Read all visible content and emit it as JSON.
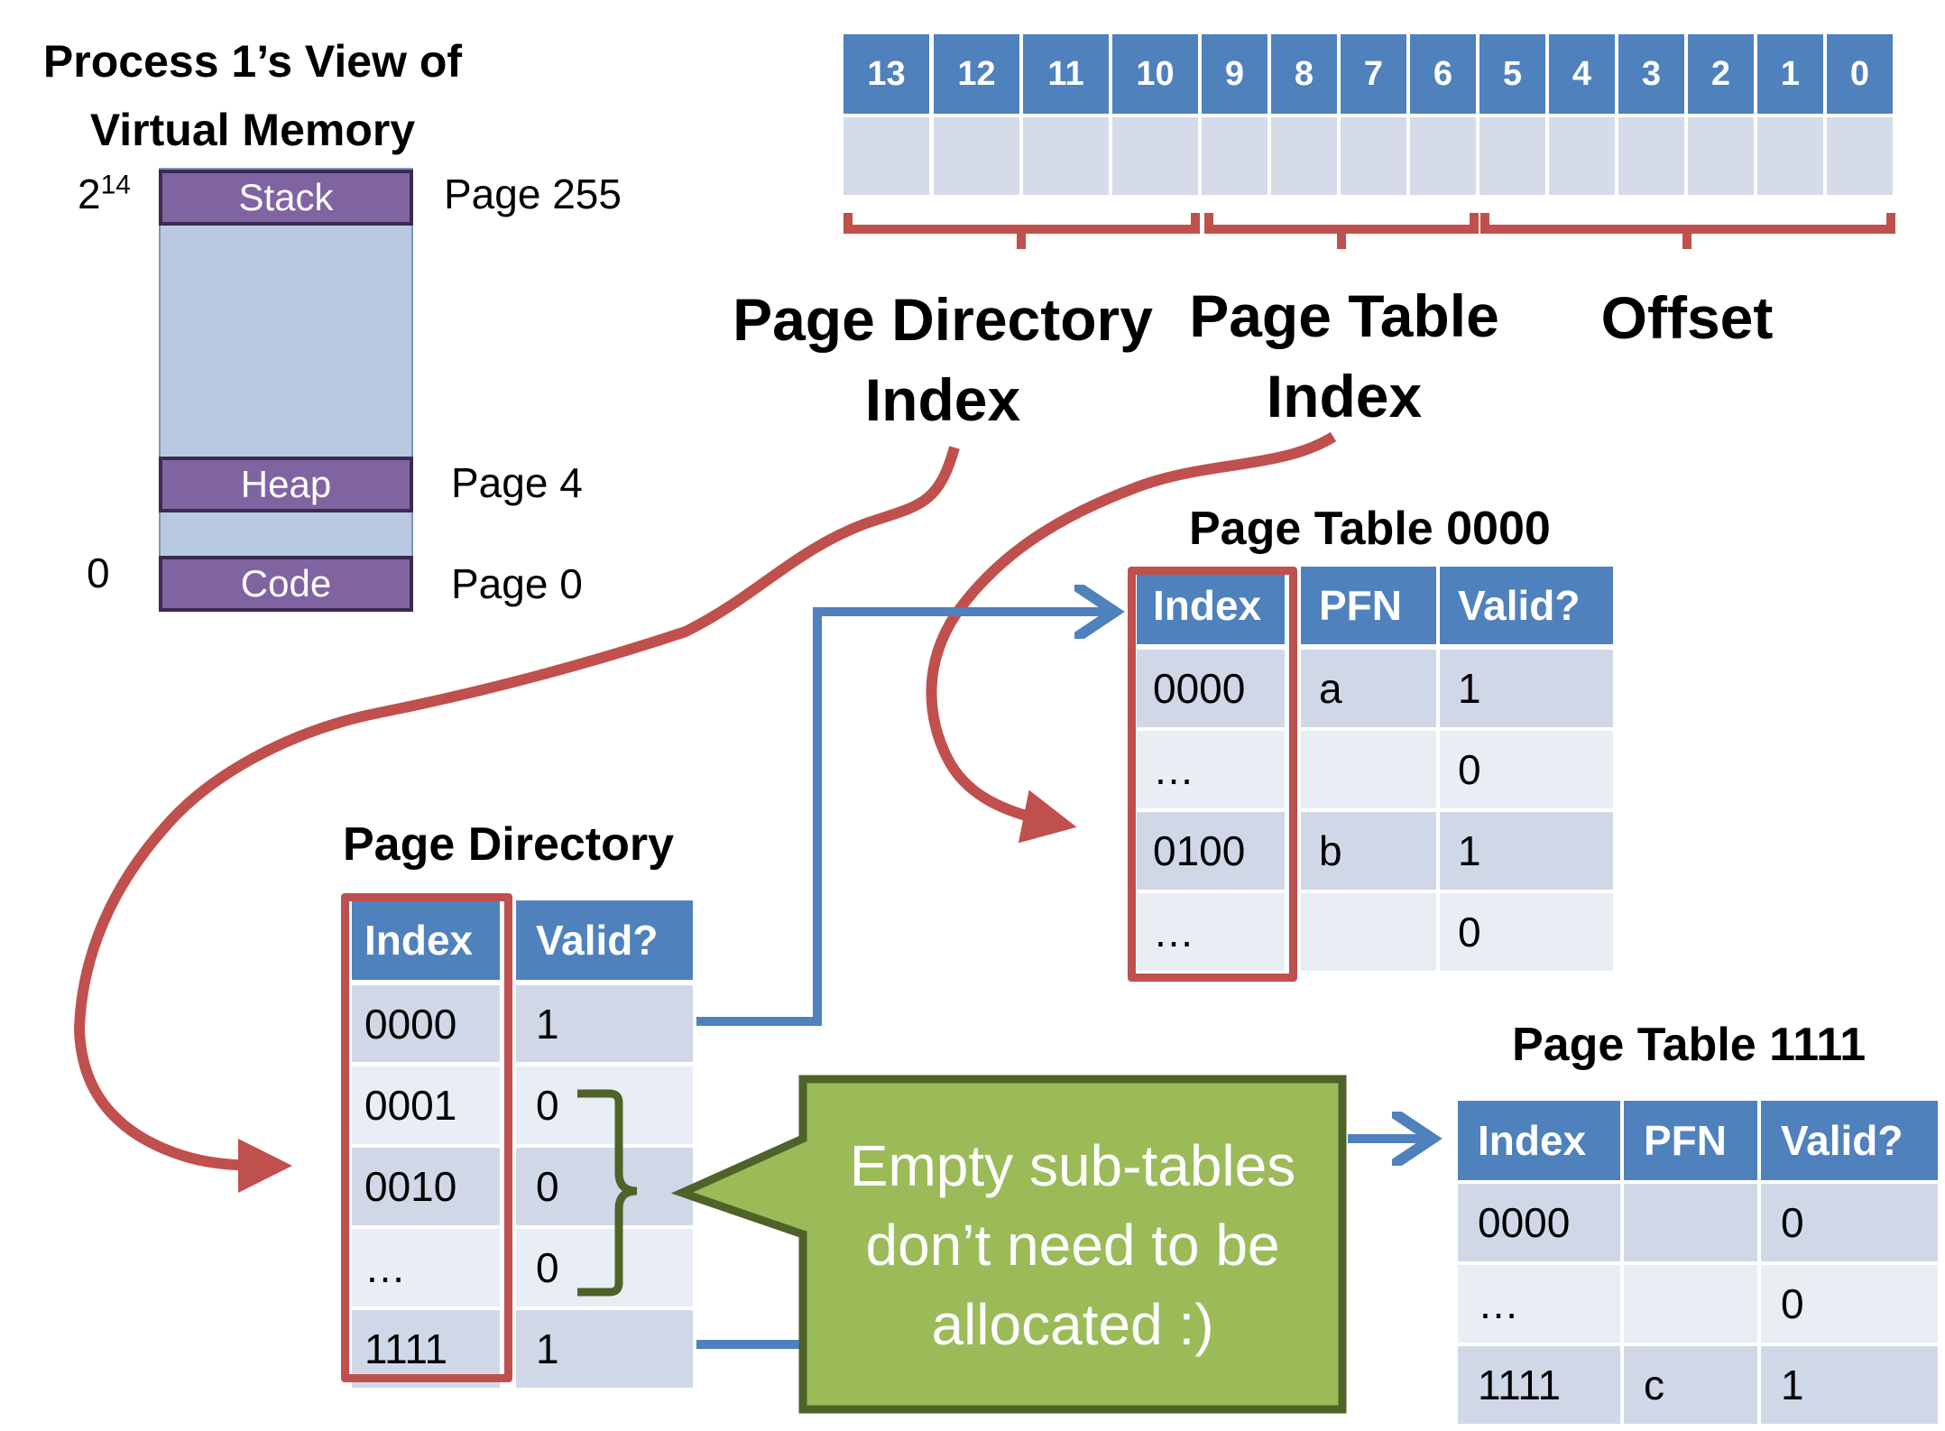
{
  "memory": {
    "title_line1": "Process 1’s View of",
    "title_line2": "Virtual Memory",
    "top_label_base": "2",
    "top_label_exp": "14",
    "bottom_label": "0",
    "segments": [
      {
        "name": "Stack",
        "page": "Page 255"
      },
      {
        "name": "Heap",
        "page": "Page 4"
      },
      {
        "name": "Code",
        "page": "Page 0"
      }
    ]
  },
  "address": {
    "bits": [
      "13",
      "12",
      "11",
      "10",
      "9",
      "8",
      "7",
      "6",
      "5",
      "4",
      "3",
      "2",
      "1",
      "0"
    ],
    "fields": {
      "directory_line1": "Page Directory",
      "directory_line2": "Index",
      "table_line1": "Page Table",
      "table_line2": "Index",
      "offset": "Offset"
    }
  },
  "page_directory": {
    "title": "Page Directory",
    "headers": [
      "Index",
      "Valid?"
    ],
    "rows": [
      [
        "0000",
        "1"
      ],
      [
        "0001",
        "0"
      ],
      [
        "0010",
        "0"
      ],
      [
        "…",
        "0"
      ],
      [
        "1111",
        "1"
      ]
    ]
  },
  "page_table_0000": {
    "title": "Page Table 0000",
    "headers": [
      "Index",
      "PFN",
      "Valid?"
    ],
    "rows": [
      [
        "0000",
        "a",
        "1"
      ],
      [
        "…",
        "",
        "0"
      ],
      [
        "0100",
        "b",
        "1"
      ],
      [
        "…",
        "",
        "0"
      ]
    ]
  },
  "page_table_1111": {
    "title": "Page Table 1111",
    "headers": [
      "Index",
      "PFN",
      "Valid?"
    ],
    "rows": [
      [
        "0000",
        "",
        "0"
      ],
      [
        "…",
        "",
        "0"
      ],
      [
        "1111",
        "c",
        "1"
      ]
    ]
  },
  "callout": {
    "line1": "Empty sub-tables",
    "line2": "don’t need to be",
    "line3": "allocated :)"
  },
  "colors": {
    "blue_header": "#4f81bd",
    "red_arrow": "#c0504d",
    "purple_segment": "#8064a2",
    "green_callout": "#9bbb59",
    "green_border": "#4f6228"
  }
}
